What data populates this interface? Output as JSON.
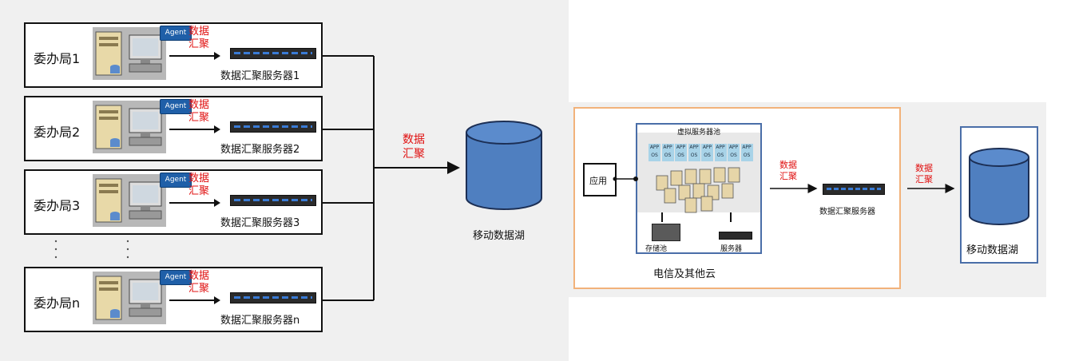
{
  "offices": [
    {
      "label": "委办局1",
      "agent": "Agent",
      "aggregate": "数据汇聚",
      "server": "数据汇聚服务器1"
    },
    {
      "label": "委办局2",
      "agent": "Agent",
      "aggregate": "数据汇聚",
      "server": "数据汇聚服务器2"
    },
    {
      "label": "委办局3",
      "agent": "Agent",
      "aggregate": "数据汇聚",
      "server": "数据汇聚服务器3"
    },
    {
      "label": "委办局n",
      "agent": "Agent",
      "aggregate": "数据汇聚",
      "server": "数据汇聚服务器n"
    }
  ],
  "left_aggregate": "数据汇聚",
  "left_lake": "移动数据湖",
  "right": {
    "app": "应用",
    "vpool_title": "虚拟服务器池",
    "app_os": [
      "APP",
      "OS"
    ],
    "storage": "存储池",
    "server_small": "服务器",
    "aggregate1": "数据汇聚",
    "agg_server": "数据汇聚服务器",
    "aggregate2": "数据汇聚",
    "cloud_label": "电信及其他云",
    "lake": "移动数据湖"
  },
  "colors": {
    "red": "#e01010",
    "agent_blue": "#1f5fa8",
    "lake_blue": "#4f7fc0",
    "cloud_border": "#f2b27a",
    "app_cell": "#a8d3e8"
  }
}
